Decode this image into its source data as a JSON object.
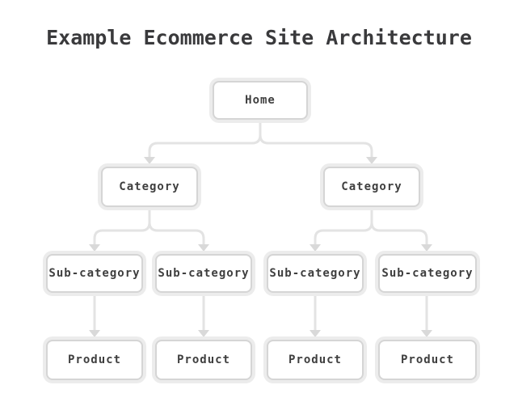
{
  "title": "Example Ecommerce Site Architecture",
  "diagram": {
    "nodes": {
      "home": {
        "label": "Home"
      },
      "category_left": {
        "label": "Category"
      },
      "category_right": {
        "label": "Category"
      },
      "subcategory_1": {
        "label": "Sub-category"
      },
      "subcategory_2": {
        "label": "Sub-category"
      },
      "subcategory_3": {
        "label": "Sub-category"
      },
      "subcategory_4": {
        "label": "Sub-category"
      },
      "product_1": {
        "label": "Product"
      },
      "product_2": {
        "label": "Product"
      },
      "product_3": {
        "label": "Product"
      },
      "product_4": {
        "label": "Product"
      }
    },
    "edges": [
      {
        "from": "home",
        "to": "category_left"
      },
      {
        "from": "home",
        "to": "category_right"
      },
      {
        "from": "category_left",
        "to": "subcategory_1"
      },
      {
        "from": "category_left",
        "to": "subcategory_2"
      },
      {
        "from": "category_right",
        "to": "subcategory_3"
      },
      {
        "from": "category_right",
        "to": "subcategory_4"
      },
      {
        "from": "subcategory_1",
        "to": "product_1"
      },
      {
        "from": "subcategory_2",
        "to": "product_2"
      },
      {
        "from": "subcategory_3",
        "to": "product_3"
      },
      {
        "from": "subcategory_4",
        "to": "product_4"
      }
    ],
    "colors": {
      "background": "#ffffff",
      "title_text": "#3a3a3c",
      "node_text": "#3f3f3f",
      "node_fill": "#ffffff",
      "node_border": "#d5d5d5",
      "node_halo": "#ececec",
      "connector": "#e3e3e3",
      "arrowhead": "#d9d9d9"
    }
  }
}
